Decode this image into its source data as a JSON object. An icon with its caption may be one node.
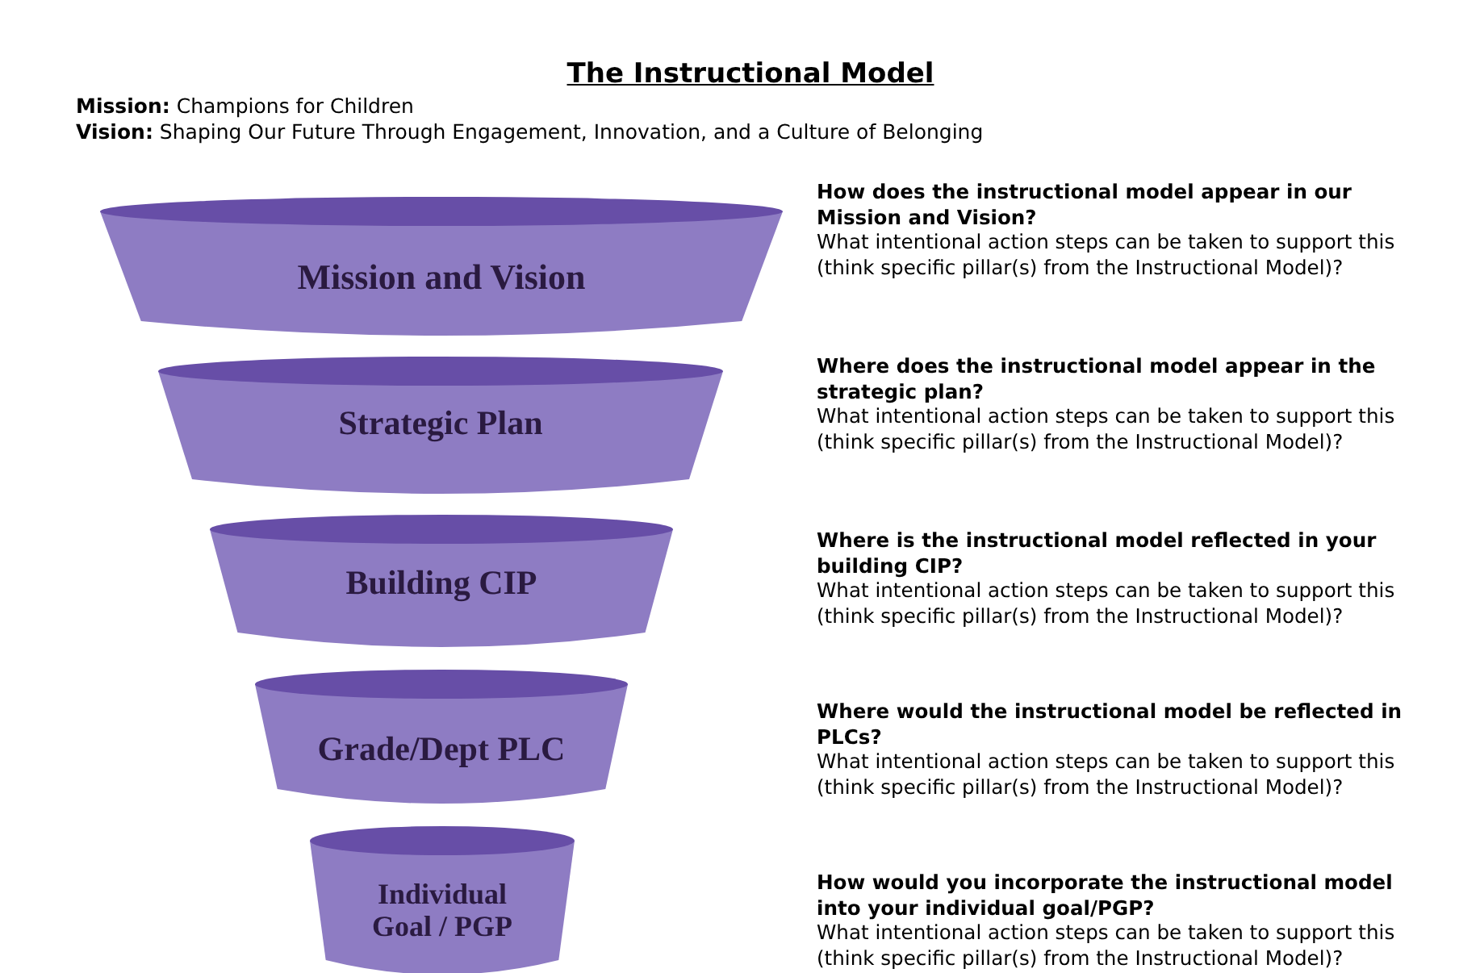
{
  "diagram": {
    "title": "The Instructional Model",
    "nodes": [
      {
        "text": [
          "Mission and Vision"
        ],
        "beside": [
          "How does the instructional model appear in our Mission and Vision?",
          "What intentional action steps can be taken to support this (think specific pillar(s) from the Instructional Model)?"
        ]
      },
      {
        "text": [
          "Strategic Plan"
        ],
        "beside": [
          "Where does the instructional model appear in the strategic plan?",
          "What intentional action steps can be taken to support this (think specific pillar(s) from the Instructional Model)?"
        ]
      },
      {
        "text": [
          "Building CIP"
        ],
        "beside": [
          "Where is the instructional model reflected in your building CIP?",
          "What intentional action steps can be taken to support this (think specific pillar(s) from the Instructional Model)?"
        ]
      },
      {
        "text": [
          "Grade/Dept PLC"
        ],
        "beside": [
          "Where would the instructional model be reflected in PLCs?",
          "What intentional action steps can be taken to support this (think specific pillar(s) from the Instructional Model)?"
        ]
      },
      {
        "text": [
          "Individual Goal / PGP"
        ],
        "beside": [
          "How would you incorporate the instructional model into your individual goal/PGP?",
          "What intentional action steps can be taken to support this (think specific pillar(s) from the Instructional Model)?"
        ]
      }
    ],
    "labels": [
      "**Mission:** Champions for Children",
      "**Vision:** Shaping Our Future Through Engagement, Innovation, and a Culture of Belonging"
    ]
  }
}
